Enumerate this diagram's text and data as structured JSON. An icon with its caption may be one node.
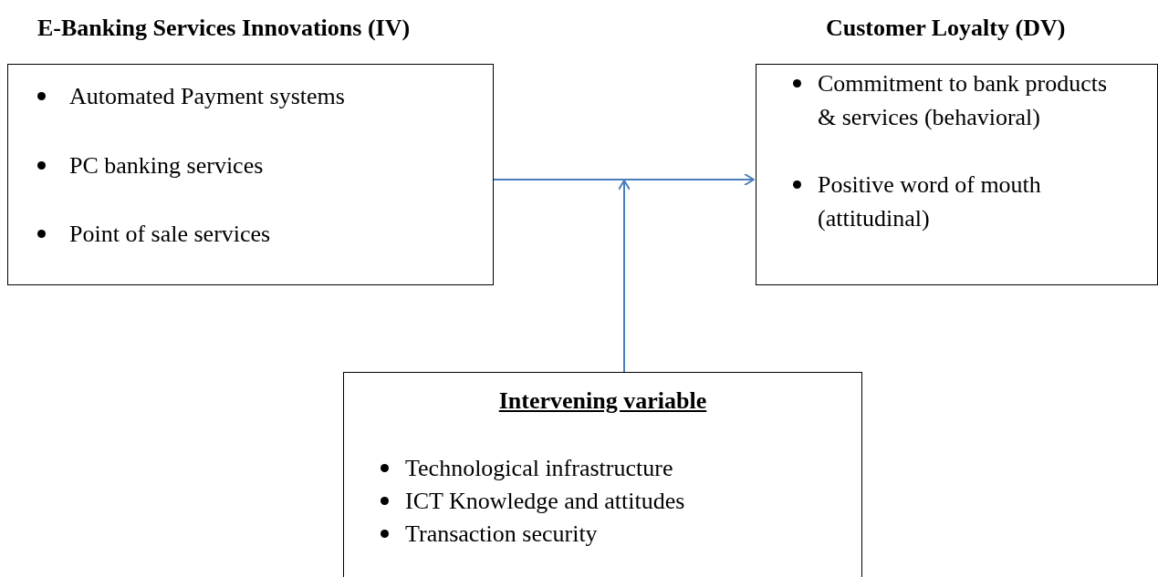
{
  "diagram": {
    "nodes": [
      {
        "text": [
          "E-Banking Services Innovations (IV)",
          "Automated Payment systems",
          "PC banking services",
          "Point of sale services"
        ]
      },
      {
        "text": [
          "Customer Loyalty (DV)",
          "Commitment to bank products & services (behavioral)",
          "Positive word of mouth (attitudinal)"
        ]
      },
      {
        "text": [
          "Intervening variable",
          "Technological infrastructure",
          "ICT Knowledge and attitudes",
          "Transaction security"
        ]
      }
    ],
    "edges": [
      {
        "from": 0,
        "to": 1,
        "arrow": "to",
        "color": "#4a7ebb"
      },
      {
        "from": 2,
        "to": null,
        "arrow": "to",
        "color": "#4a7ebb"
      }
    ]
  }
}
